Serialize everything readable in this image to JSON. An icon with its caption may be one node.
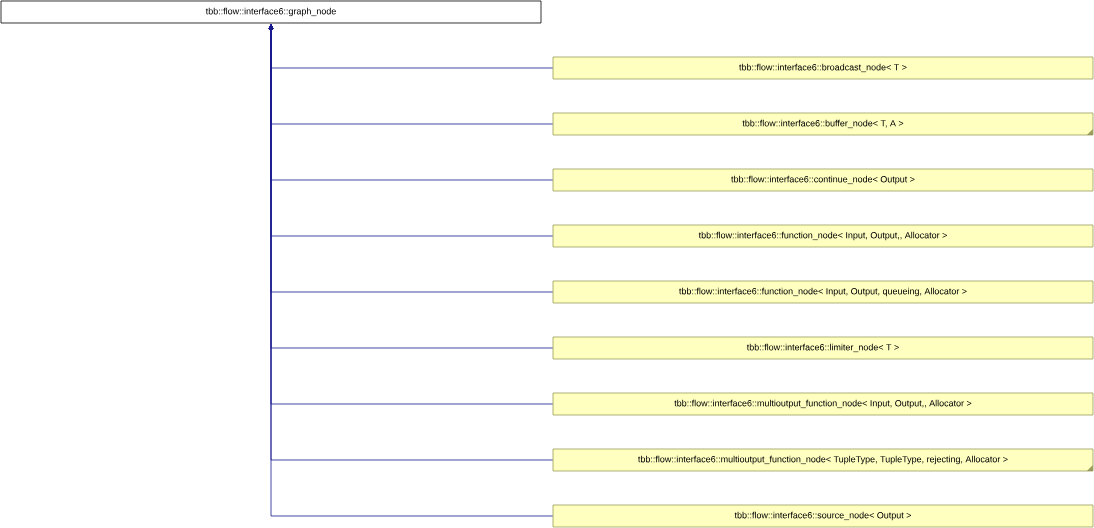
{
  "diagram": {
    "nodes": [
      {
        "text": [
          "tbb::flow::interface6::graph_node"
        ]
      },
      {
        "text": [
          "tbb::flow::interface6::broadcast_node< T >"
        ]
      },
      {
        "text": [
          "tbb::flow::interface6::buffer_node< T, A >"
        ]
      },
      {
        "text": [
          "tbb::flow::interface6::continue_node< Output >"
        ]
      },
      {
        "text": [
          "tbb::flow::interface6::function_node< Input, Output,, Allocator >"
        ]
      },
      {
        "text": [
          "tbb::flow::interface6::function_node< Input, Output, queueing, Allocator >"
        ]
      },
      {
        "text": [
          "tbb::flow::interface6::limiter_node< T >"
        ]
      },
      {
        "text": [
          "tbb::flow::interface6::multioutput_function_node< Input, Output,, Allocator >"
        ]
      },
      {
        "text": [
          "tbb::flow::interface6::multioutput_function_node< TupleType, TupleType, rejecting, Allocator >"
        ]
      },
      {
        "text": [
          "tbb::flow::interface6::source_node< Output >"
        ]
      }
    ],
    "edges": [
      {
        "from": 1,
        "to": 0,
        "arrow": "to"
      },
      {
        "from": 2,
        "to": 0,
        "arrow": "to"
      },
      {
        "from": 3,
        "to": 0,
        "arrow": "to"
      },
      {
        "from": 4,
        "to": 0,
        "arrow": "to"
      },
      {
        "from": 5,
        "to": 0,
        "arrow": "to"
      },
      {
        "from": 6,
        "to": 0,
        "arrow": "to"
      },
      {
        "from": 7,
        "to": 0,
        "arrow": "to"
      },
      {
        "from": 8,
        "to": 0,
        "arrow": "to"
      },
      {
        "from": 9,
        "to": 0,
        "arrow": "to"
      }
    ]
  }
}
